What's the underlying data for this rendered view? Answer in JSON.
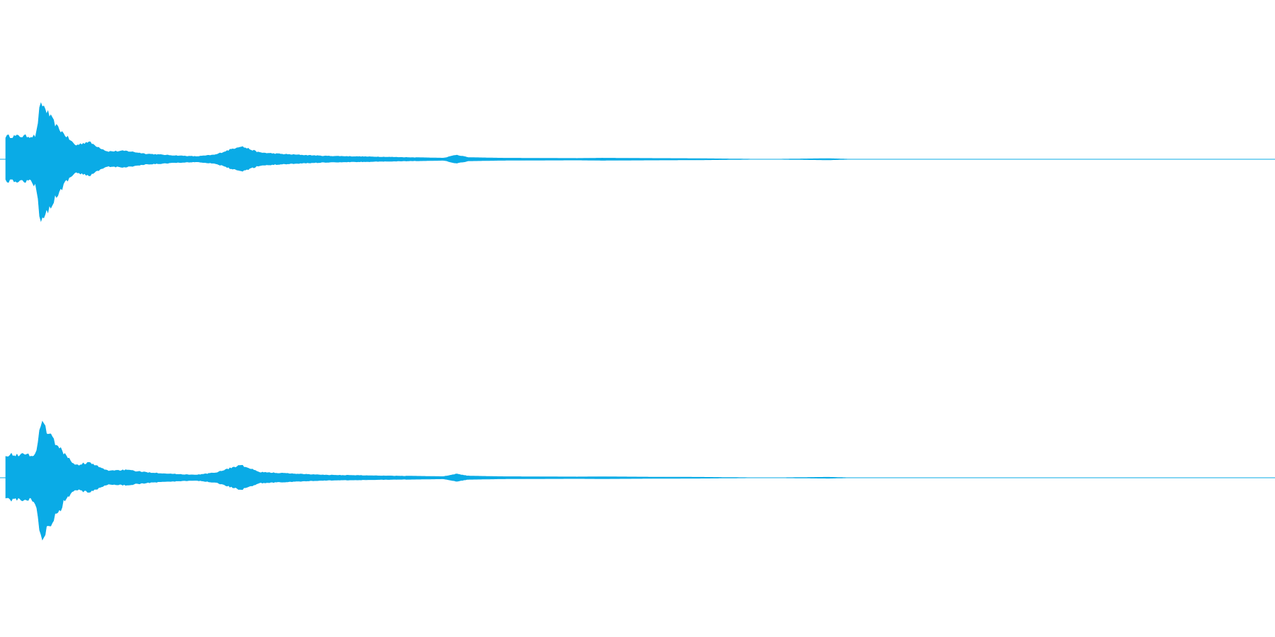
{
  "waveform": {
    "color": "#0aabe6",
    "channels": [
      {
        "name": "channel-1",
        "envelope": [
          [
            0.0,
            0.42
          ],
          [
            0.024,
            0.42
          ],
          [
            0.027,
            0.95
          ],
          [
            0.029,
            1.0
          ],
          [
            0.033,
            0.85
          ],
          [
            0.04,
            0.6
          ],
          [
            0.055,
            0.25
          ],
          [
            0.065,
            0.32
          ],
          [
            0.08,
            0.14
          ],
          [
            0.095,
            0.15
          ],
          [
            0.11,
            0.1
          ],
          [
            0.13,
            0.07
          ],
          [
            0.15,
            0.05
          ],
          [
            0.165,
            0.08
          ],
          [
            0.185,
            0.24
          ],
          [
            0.2,
            0.12
          ],
          [
            0.22,
            0.09
          ],
          [
            0.25,
            0.06
          ],
          [
            0.3,
            0.04
          ],
          [
            0.345,
            0.02
          ],
          [
            0.355,
            0.08
          ],
          [
            0.365,
            0.03
          ],
          [
            0.39,
            0.02
          ],
          [
            0.45,
            0.015
          ],
          [
            0.47,
            0.02
          ],
          [
            0.51,
            0.015
          ],
          [
            0.545,
            0.012
          ],
          [
            0.6,
            0.0
          ],
          [
            0.648,
            0.012
          ],
          [
            0.668,
            0.0
          ],
          [
            1.0,
            0.0
          ]
        ]
      },
      {
        "name": "channel-2",
        "envelope": [
          [
            0.0,
            0.42
          ],
          [
            0.024,
            0.42
          ],
          [
            0.027,
            0.95
          ],
          [
            0.029,
            1.0
          ],
          [
            0.033,
            0.85
          ],
          [
            0.04,
            0.6
          ],
          [
            0.055,
            0.22
          ],
          [
            0.065,
            0.28
          ],
          [
            0.08,
            0.13
          ],
          [
            0.095,
            0.14
          ],
          [
            0.11,
            0.1
          ],
          [
            0.13,
            0.07
          ],
          [
            0.15,
            0.05
          ],
          [
            0.165,
            0.09
          ],
          [
            0.185,
            0.23
          ],
          [
            0.2,
            0.1
          ],
          [
            0.22,
            0.08
          ],
          [
            0.25,
            0.05
          ],
          [
            0.3,
            0.035
          ],
          [
            0.345,
            0.02
          ],
          [
            0.355,
            0.07
          ],
          [
            0.365,
            0.03
          ],
          [
            0.39,
            0.02
          ],
          [
            0.45,
            0.015
          ],
          [
            0.47,
            0.018
          ],
          [
            0.51,
            0.012
          ],
          [
            0.545,
            0.01
          ],
          [
            0.6,
            0.0
          ],
          [
            0.648,
            0.01
          ],
          [
            0.668,
            0.0
          ],
          [
            1.0,
            0.0
          ]
        ]
      }
    ]
  }
}
